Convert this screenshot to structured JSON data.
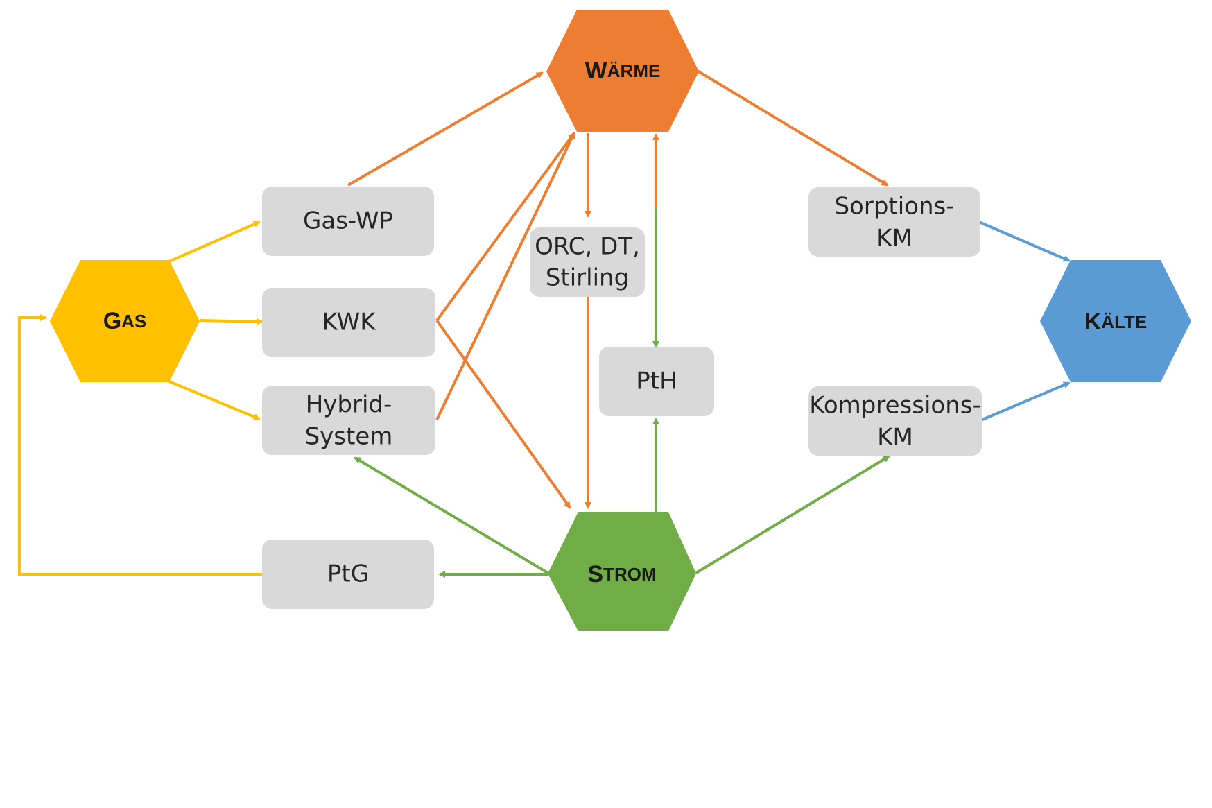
{
  "colors": {
    "gas": "#FFC000",
    "waerme": "#ED7D31",
    "strom": "#70AD47",
    "kaelte": "#5B9BD5",
    "box_fill": "#D9D9D9",
    "text": "#262626"
  },
  "hubs": {
    "waerme": {
      "first": "W",
      "rest": "ÄRME"
    },
    "gas": {
      "first": "G",
      "rest": "AS"
    },
    "strom": {
      "first": "S",
      "rest": "TROM"
    },
    "kaelte": {
      "first": "K",
      "rest": "ÄLTE"
    }
  },
  "boxes": {
    "gas_wp": {
      "lines": [
        "Gas-WP"
      ]
    },
    "kwk": {
      "lines": [
        "KWK"
      ]
    },
    "hybrid": {
      "lines": [
        "Hybrid-",
        "System"
      ]
    },
    "ptg": {
      "lines": [
        "PtG"
      ]
    },
    "orc": {
      "lines": [
        "ORC, DT,",
        "Stirling"
      ]
    },
    "pth": {
      "lines": [
        "PtH"
      ]
    },
    "sorption": {
      "lines": [
        "Sorptions-",
        "KM"
      ]
    },
    "kompression": {
      "lines": [
        "Kompressions-",
        "KM"
      ]
    }
  }
}
